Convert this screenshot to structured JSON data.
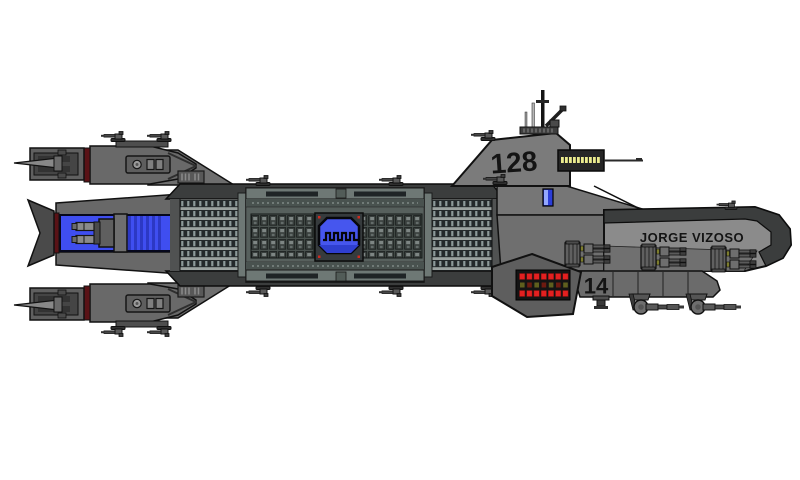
{
  "scene": {
    "background": "#ffffff"
  },
  "ship": {
    "name": "JORGE VIZOSO",
    "hull_number": "128",
    "bow_number": "14",
    "colors": {
      "hull_gray": "#6f6f6f",
      "tower_gray": "#7b7b7b",
      "bow_strip_gray": "#8b8b8b",
      "dark_band": "#3b3d3d",
      "panel_dark": "#24292b",
      "panel_light": "#9aa19f",
      "module_gray": "#5d6663",
      "engine_glow": "#3f4ef0",
      "window_blue": "#4656ee",
      "accent_maroon": "#5a1216",
      "warning_red": "#e32020",
      "window_yellow": "#ecec8e",
      "outline": "#111111"
    }
  }
}
